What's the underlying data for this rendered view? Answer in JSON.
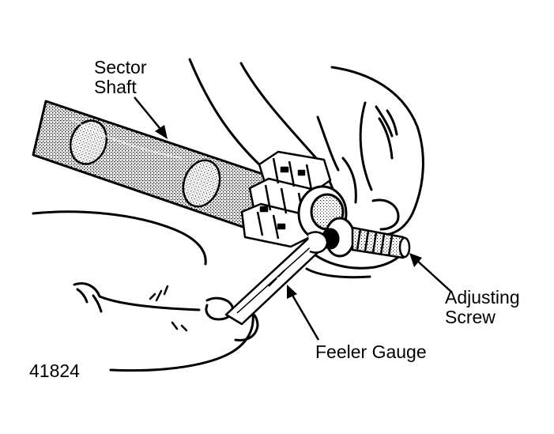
{
  "labels": {
    "sector_shaft_line1": "Sector",
    "sector_shaft_line2": "Shaft",
    "adjusting_screw_line1": "Adjusting",
    "adjusting_screw_line2": "Screw",
    "feeler_gauge": "Feeler Gauge",
    "figure_number": "41824"
  },
  "colors": {
    "ink": "#000000",
    "paper": "#ffffff",
    "shading": "#9a9a9a"
  }
}
